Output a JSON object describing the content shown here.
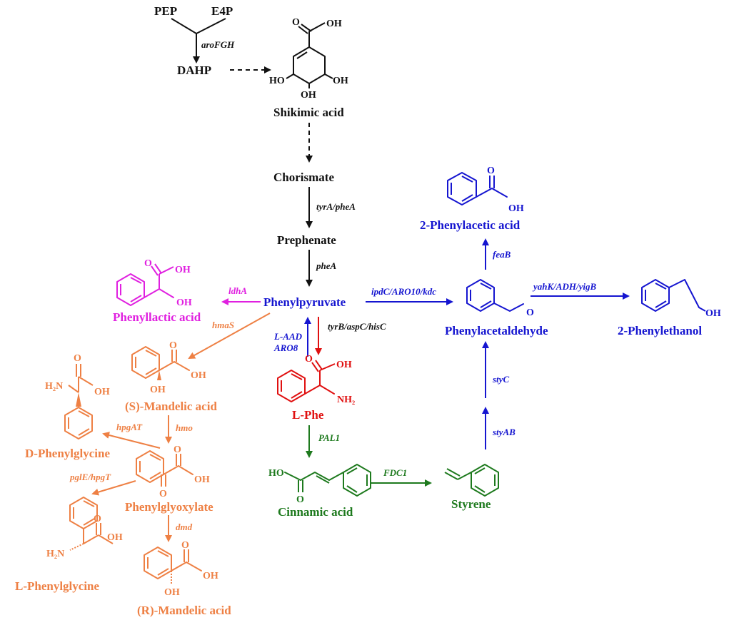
{
  "colors": {
    "black": "#111111",
    "magenta": "#e020e0",
    "blue": "#1515d0",
    "red": "#e01010",
    "green": "#1e7a1e",
    "orange": "#ee8044"
  },
  "compounds": {
    "pep": "PEP",
    "e4p": "E4P",
    "dahp": "DAHP",
    "shikimic_acid": "Shikimic acid",
    "chorismate": "Chorismate",
    "prephenate": "Prephenate",
    "phenylpyruvate": "Phenylpyruvate",
    "phenyllactic_acid": "Phenyllactic acid",
    "phenylacetaldehyde": "Phenylacetaldehyde",
    "phenylacetic_acid": "2-Phenylacetic acid",
    "phenylethanol": "2-Phenylethanol",
    "l_phe": "L-Phe",
    "cinnamic_acid": "Cinnamic acid",
    "styrene": "Styrene",
    "s_mandelic_acid": "(S)-Mandelic acid",
    "d_phenylglycine": "D-Phenylglycine",
    "phenylglyoxylate": "Phenylglyoxylate",
    "l_phenylglycine": "L-Phenylglycine",
    "r_mandelic_acid": "(R)-Mandelic acid"
  },
  "enzymes": {
    "arofgh": "aroFGH",
    "tyra_phea": "tyrA/pheA",
    "phea": "pheA",
    "ldha": "ldhA",
    "ipdc": "ipdC/ARO10/kdc",
    "yahk": "yahK/ADH/yigB",
    "feab": "feaB",
    "tyrb": "tyrB/aspC/hisC",
    "l_aad": "L-AAD",
    "aro8": "ARO8",
    "hmas": "hmaS",
    "hmo": "hmo",
    "hpgat": "hpgAT",
    "pgle": "pglE/hpgT",
    "dmd": "dmd",
    "pal1": "PAL1",
    "fdc1": "FDC1",
    "styc": "styC",
    "styab": "styAB"
  },
  "atoms": {
    "oh": "OH",
    "ho": "HO",
    "o": "O",
    "h2n": "H₂N",
    "nh2": "NH₂"
  }
}
